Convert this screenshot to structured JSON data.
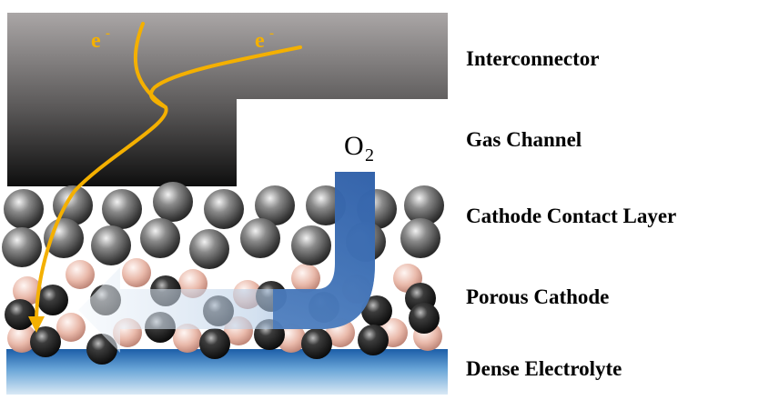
{
  "layers": [
    {
      "label": "Interconnector"
    },
    {
      "label": "Gas Channel"
    },
    {
      "label": "Cathode Contact Layer"
    },
    {
      "label": "Porous Cathode"
    },
    {
      "label": "Dense Electrolyte"
    }
  ],
  "electron_label": "e",
  "electron_charge": "-",
  "oxygen": {
    "base": "O",
    "subscript": "2"
  },
  "colors": {
    "interconnector_top": "#aaa6a6",
    "interconnector_bottom": "#111111",
    "electron_path": "#f4b000",
    "oxygen_arrow": "#2f5fa8",
    "electrolyte": "#2b78c0",
    "cathode_particle": "#e9b9aa"
  }
}
